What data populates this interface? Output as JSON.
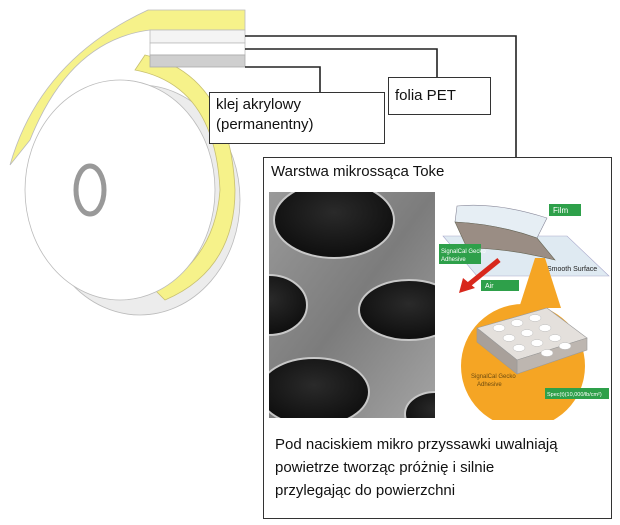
{
  "labels": {
    "adhesive": [
      "klej akrylowy",
      "(permanentny)"
    ],
    "pet": "folia PET",
    "micro_title": "Warstwa mikrossąca Toke",
    "description": [
      "Pod naciskiem mikro przyssawki uwalniają",
      "powietrze tworząc próżnię i silnie",
      "przylegając do powierzchni"
    ]
  },
  "illustration": {
    "film": "Film",
    "gecko_top": [
      "SignalCal Gecko",
      "Adhesive"
    ],
    "smooth": "Smooth Surface",
    "air": "Air",
    "gecko_bottom": [
      "SignalCal Gecko",
      "Adhesive"
    ],
    "spec": "Spec(t)(10,000/lb/cm²)"
  },
  "colors": {
    "roll_yellow": "#f6f28a",
    "green_label": "#2ea04a",
    "orange_circle": "#f5a524",
    "air_arrow": "#d8281c"
  }
}
